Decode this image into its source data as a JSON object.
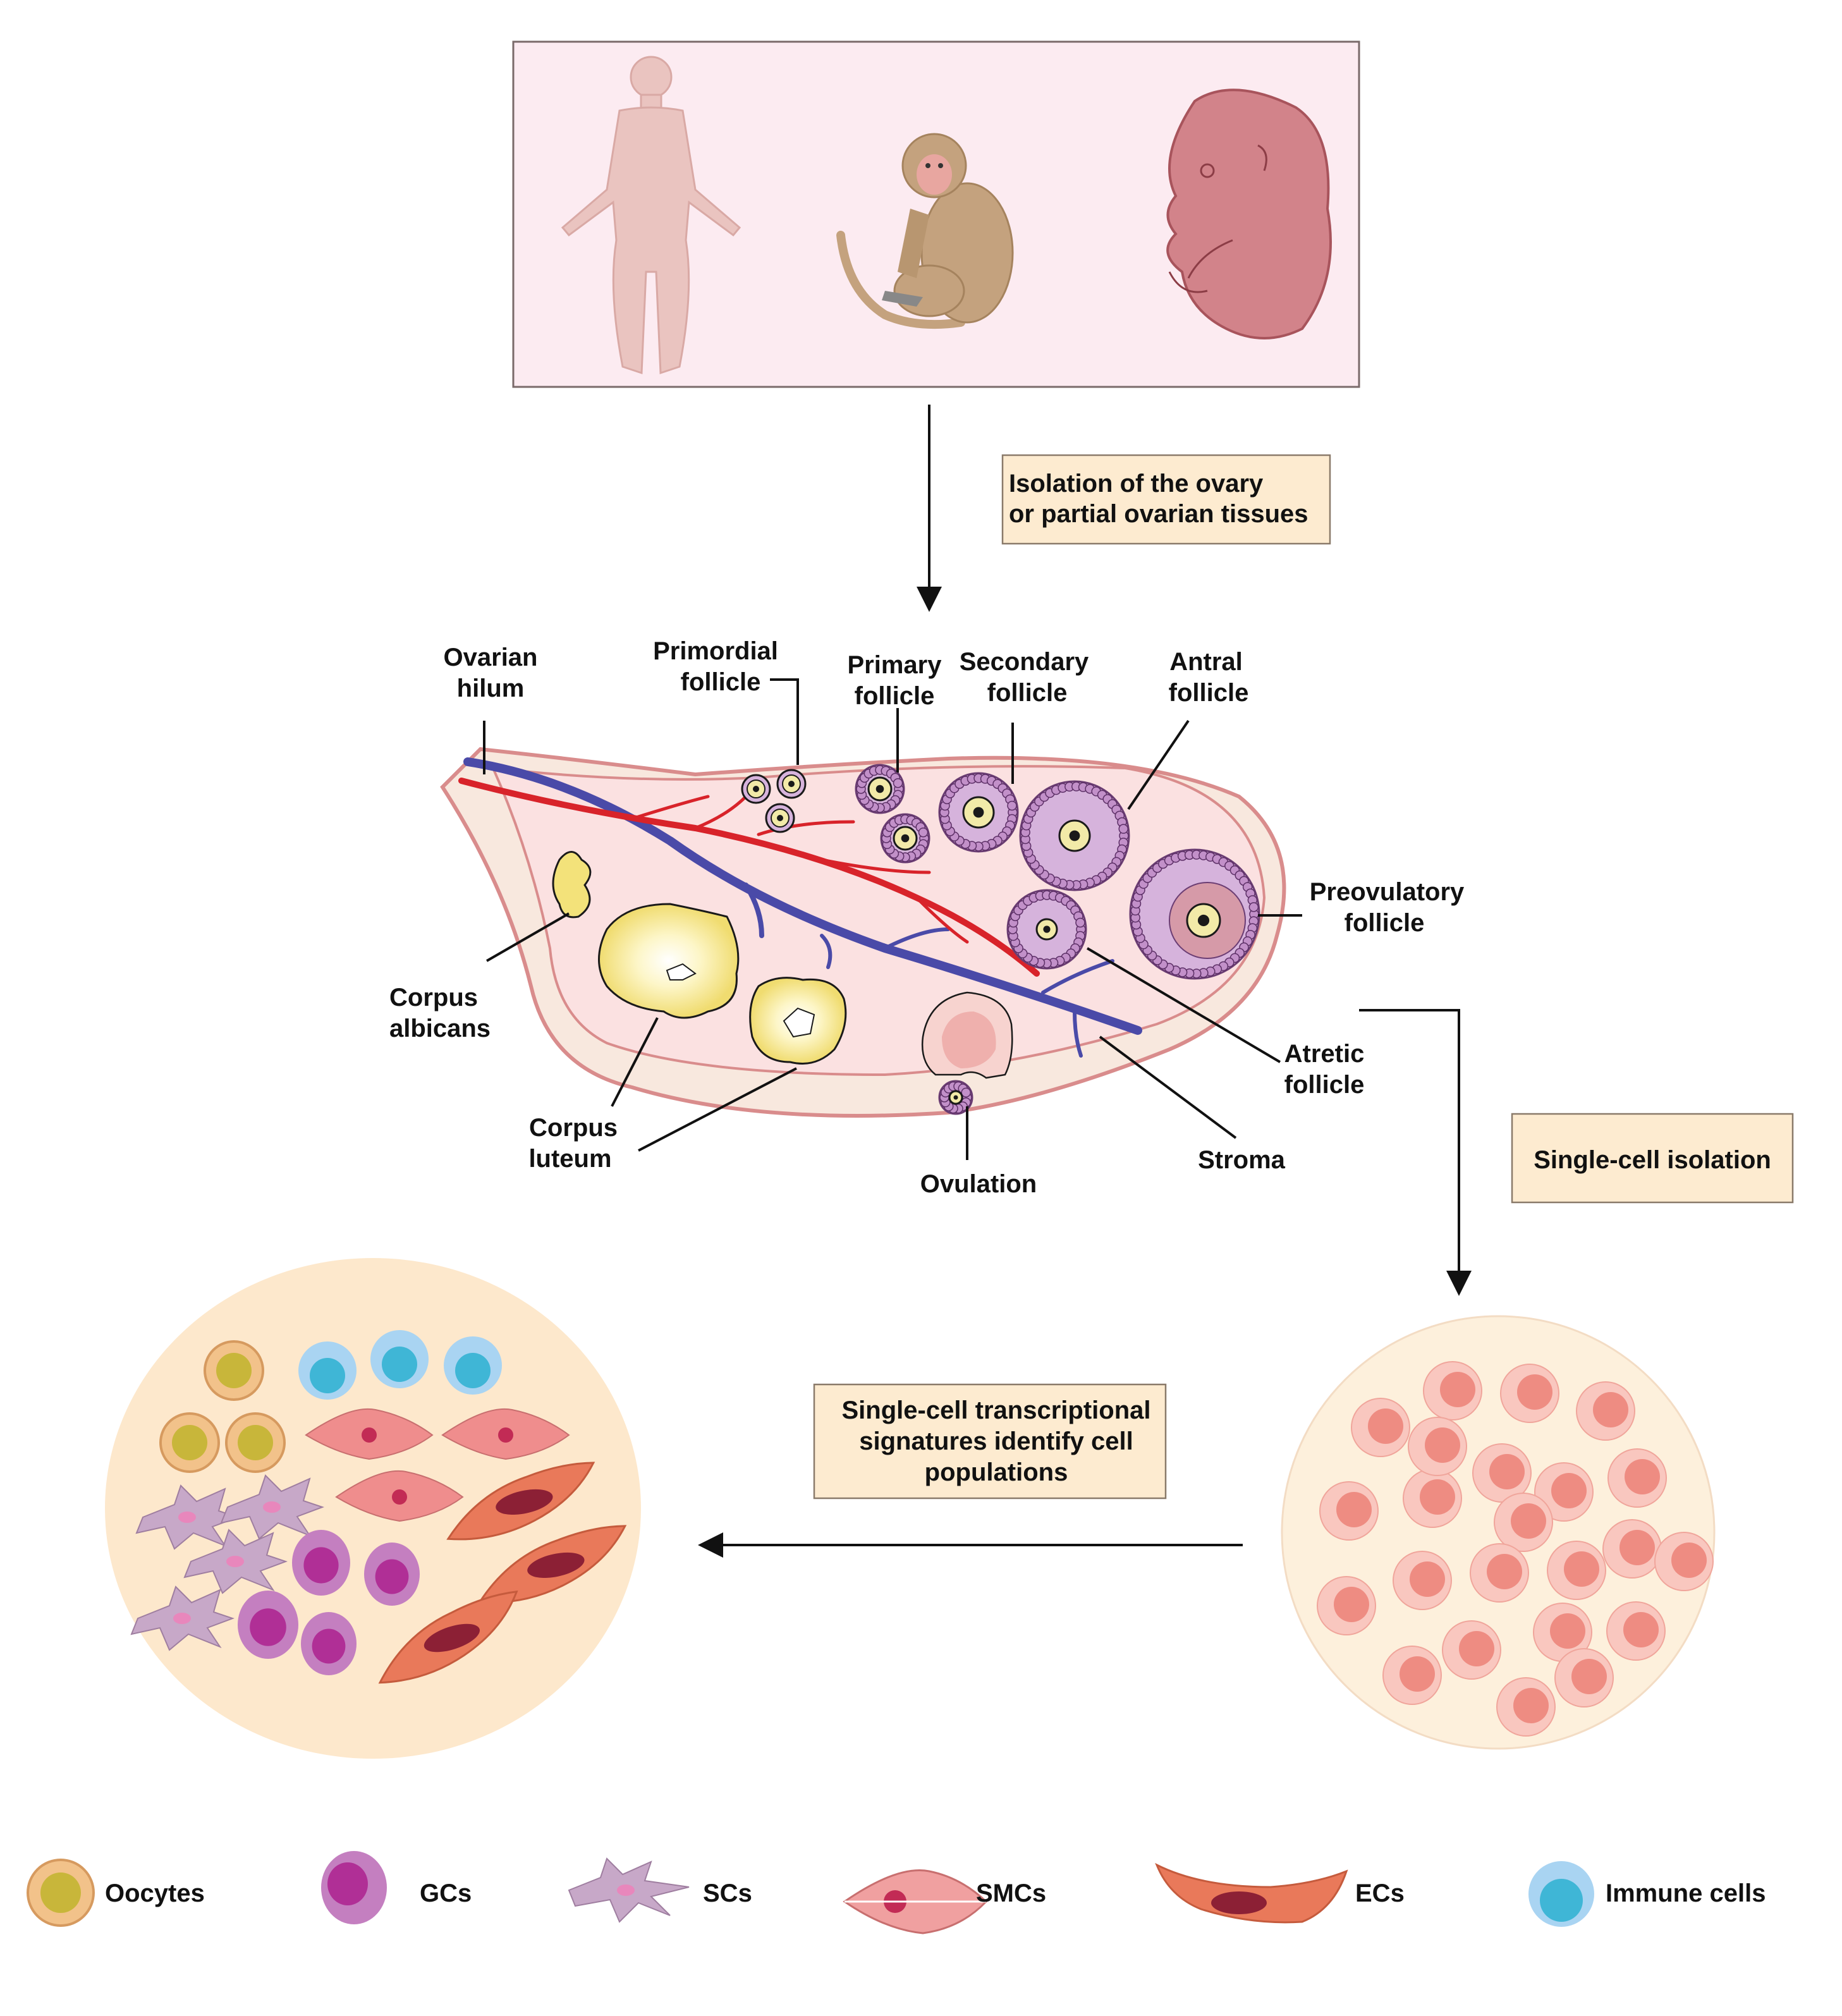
{
  "step_labels": {
    "isolation": [
      "Isolation of the ovary",
      "or partial ovarian tissues"
    ],
    "single_cell_isolation": "Single-cell isolation",
    "signatures": [
      "Single-cell transcriptional",
      "signatures identify cell",
      "populations"
    ]
  },
  "ovary_labels": {
    "ovarian_hilum": [
      "Ovarian",
      "hilum"
    ],
    "primordial_follicle": [
      "Primordial",
      "follicle"
    ],
    "primary_follicle": [
      "Primary",
      "follicle"
    ],
    "secondary_follicle": [
      "Secondary",
      "follicle"
    ],
    "antral_follicle": [
      "Antral",
      "follicle"
    ],
    "preovulatory_follicle": [
      "Preovulatory",
      "follicle"
    ],
    "corpus_albicans": [
      "Corpus",
      "albicans"
    ],
    "corpus_luteum": [
      "Corpus",
      "luteum"
    ],
    "atretic_follicle": [
      "Atretic",
      "follicle"
    ],
    "ovulation": "Ovulation",
    "stroma": "Stroma"
  },
  "legend": [
    {
      "label": "Oocytes",
      "icon": "oocyte-icon"
    },
    {
      "label": "GCs",
      "icon": "granulosa-cell-icon"
    },
    {
      "label": "SCs",
      "icon": "stromal-cell-icon"
    },
    {
      "label": "SMCs",
      "icon": "smooth-muscle-cell-icon"
    },
    {
      "label": "ECs",
      "icon": "endothelial-cell-icon"
    },
    {
      "label": "Immune cells",
      "icon": "immune-cell-icon"
    }
  ],
  "colors": {
    "panel_bg": "#fcebf1",
    "label_box": "#fdebd0",
    "ovary_fill": "#fbe3e3",
    "ovary_outline": "#d98c8c",
    "artery": "#d8232a",
    "vein": "#4a4aa8",
    "follicle_granulosa": "#b888c6",
    "oocyte": "#f0eaa8",
    "corpus": "#f3e27a",
    "cell_circle_bg": "#fde7cc",
    "dissociated_cell": "#f1a29a"
  }
}
